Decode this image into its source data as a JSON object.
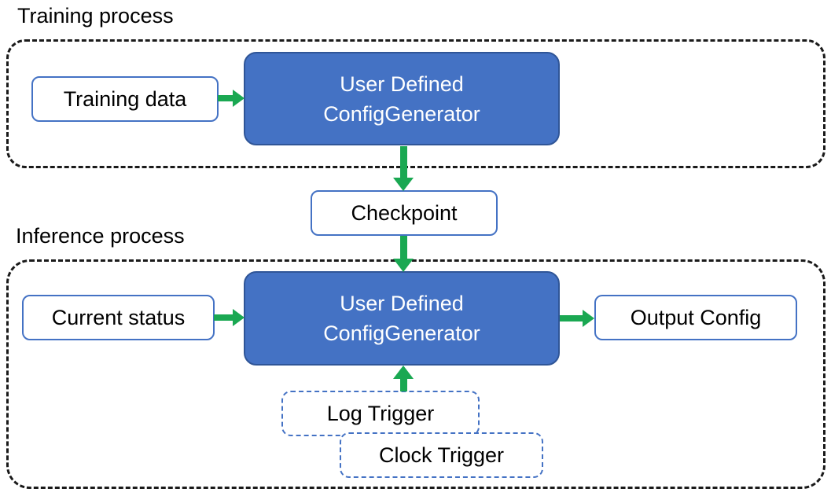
{
  "colors": {
    "arrow-green": "#1aa852",
    "node-fill": "#4472c4",
    "node-border": "#2f5597",
    "box-border": "#4472c4",
    "frame-border": "#1a1a1a",
    "text-dark": "#000000",
    "text-light": "#ffffff"
  },
  "training": {
    "label": "Training process",
    "input_box": "Training data",
    "generator_box": {
      "line1": "User Defined",
      "line2": "ConfigGenerator"
    }
  },
  "checkpoint": {
    "label": "Checkpoint"
  },
  "inference": {
    "label": "Inference process",
    "input_box": "Current status",
    "generator_box": {
      "line1": "User Defined",
      "line2": "ConfigGenerator"
    },
    "output_box": "Output Config",
    "triggers": {
      "log": "Log Trigger",
      "clock": "Clock Trigger"
    }
  }
}
